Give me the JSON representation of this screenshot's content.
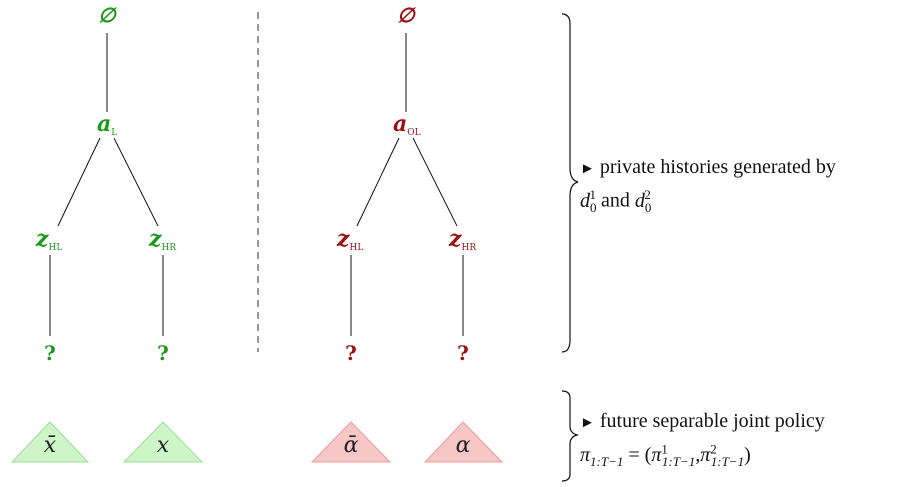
{
  "colors": {
    "green": "#1a9a1a",
    "red": "#9a1010",
    "green_fill": "#cdf5c8",
    "green_stroke": "#9fdc98",
    "red_fill": "#f7c6c6",
    "red_stroke": "#e79c9c"
  },
  "left_tree": {
    "root": "∅",
    "action": {
      "base": "a",
      "sub": "L"
    },
    "obs_left": {
      "base": "z",
      "sub": "HL"
    },
    "obs_right": {
      "base": "z",
      "sub": "HR"
    },
    "leaf_left": "?",
    "leaf_right": "?",
    "tri_left": "x̄",
    "tri_right": "x"
  },
  "right_tree": {
    "root": "∅",
    "action": {
      "base": "a",
      "sub": "OL"
    },
    "obs_left": {
      "base": "z",
      "sub": "HL"
    },
    "obs_right": {
      "base": "z",
      "sub": "HR"
    },
    "leaf_left": "?",
    "leaf_right": "?",
    "tri_left": "ᾱ",
    "tri_right": "α"
  },
  "annotations": {
    "histories": {
      "bullet": "►",
      "text": "private histories generated by",
      "d1_base": "d",
      "d1_sub": "0",
      "d1_sup": "1",
      "and": "and",
      "d2_base": "d",
      "d2_sub": "0",
      "d2_sup": "2"
    },
    "policy": {
      "bullet": "►",
      "text": "future separable joint policy",
      "pi": "π",
      "pi_sub": "1:T−1",
      "eq": "= (",
      "pi1_sup": "1",
      "pi1_sub": "1:T−1",
      "comma": ",",
      "pi2_sup": "2",
      "pi2_sub": "1:T−1",
      "close": ")"
    }
  }
}
